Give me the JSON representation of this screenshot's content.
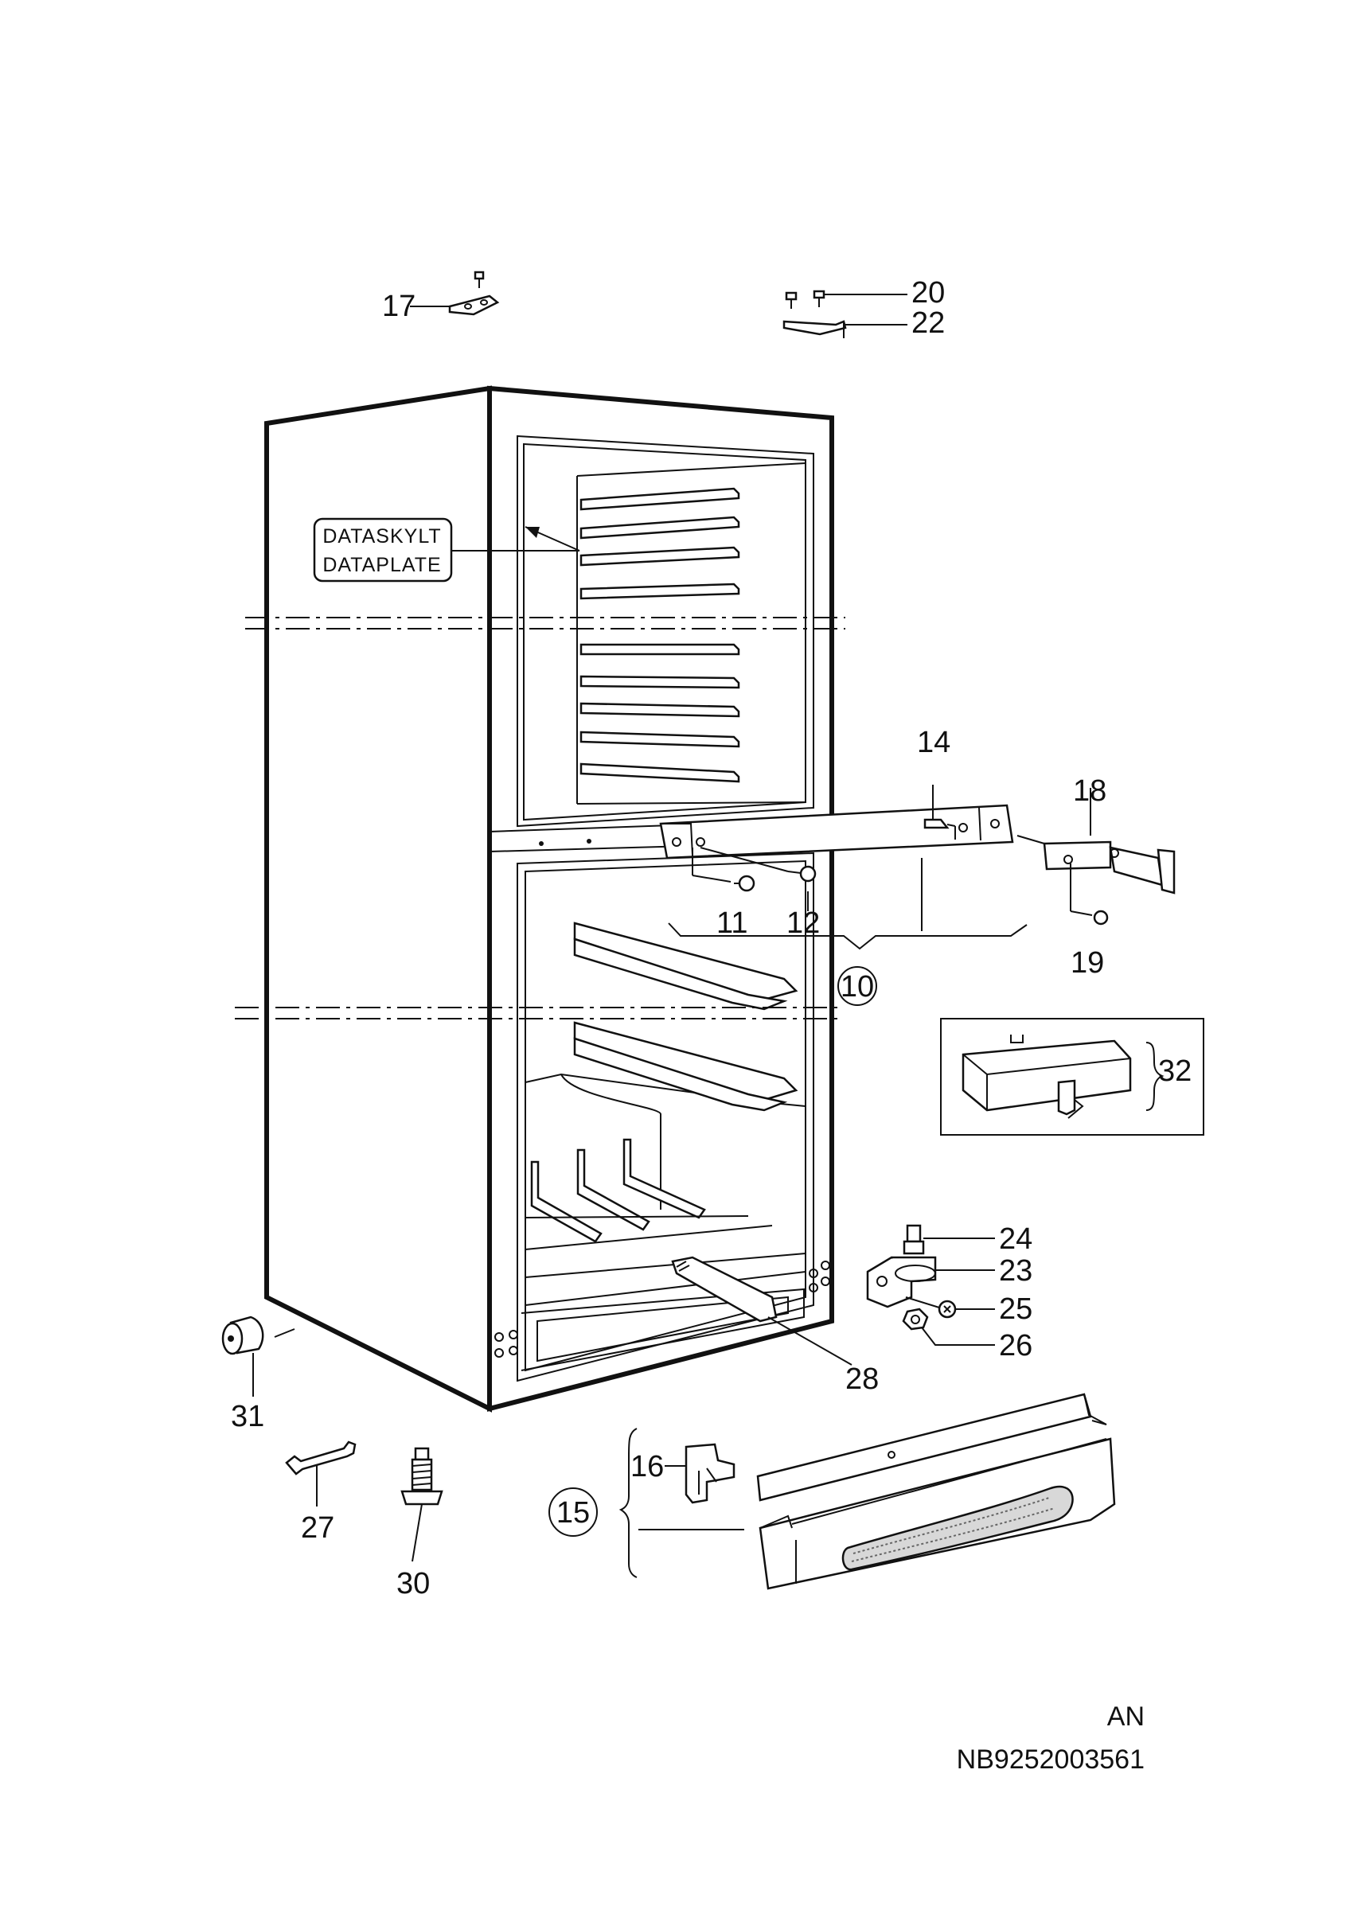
{
  "diagram": {
    "doc_code": "NB9252003561",
    "suffix": "AN",
    "plate": {
      "line1": "DATASKYLT",
      "line2": "DATAPLATE"
    },
    "callouts": [
      {
        "id": "c10",
        "text": "10",
        "circled": true
      },
      {
        "id": "c11",
        "text": "11"
      },
      {
        "id": "c12",
        "text": "12"
      },
      {
        "id": "c14",
        "text": "14"
      },
      {
        "id": "c15",
        "text": "15",
        "circled": true
      },
      {
        "id": "c16",
        "text": "16"
      },
      {
        "id": "c17",
        "text": "17"
      },
      {
        "id": "c18",
        "text": "18"
      },
      {
        "id": "c19",
        "text": "19"
      },
      {
        "id": "c20",
        "text": "20"
      },
      {
        "id": "c22",
        "text": "22"
      },
      {
        "id": "c23",
        "text": "23"
      },
      {
        "id": "c24",
        "text": "24"
      },
      {
        "id": "c25",
        "text": "25"
      },
      {
        "id": "c26",
        "text": "26"
      },
      {
        "id": "c27",
        "text": "27"
      },
      {
        "id": "c28",
        "text": "28"
      },
      {
        "id": "c30",
        "text": "30"
      },
      {
        "id": "c31",
        "text": "31"
      },
      {
        "id": "c32",
        "text": "32"
      }
    ]
  }
}
